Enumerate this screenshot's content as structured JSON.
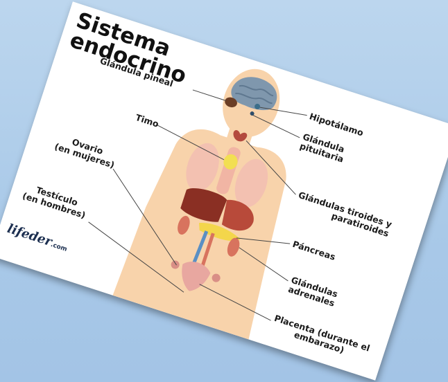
{
  "title": {
    "line1": "Sistema",
    "line2": "endocrino"
  },
  "labels": {
    "pineal": "Glándula pineal",
    "hipotalamo": "Hipotálamo",
    "pituitaria_1": "Glándula",
    "pituitaria_2": "pituitaria",
    "timo": "Timo",
    "tiroides_1": "Glándulas tiroides y",
    "tiroides_2": "paratiroides",
    "ovario_1": "Ovario",
    "ovario_2": "(en mujeres)",
    "pancreas": "Páncreas",
    "testiculo_1": "Testículo",
    "testiculo_2": "(en hombres)",
    "adrenales_1": "Glándulas",
    "adrenales_2": "adrenales",
    "placenta_1": "Placenta (durante el",
    "placenta_2": "embarazo)"
  },
  "logo": {
    "main": "lifeder",
    "suffix": ".com"
  },
  "colors": {
    "skin": "#f8d3ab",
    "brain": "#7f97ad",
    "thyroid": "#b44a3e",
    "thymus": "#f2df52",
    "liver": "#8a2f23",
    "pancreas": "#f3d64b",
    "uterus": "#e8a7a0",
    "leader": "#444444"
  }
}
